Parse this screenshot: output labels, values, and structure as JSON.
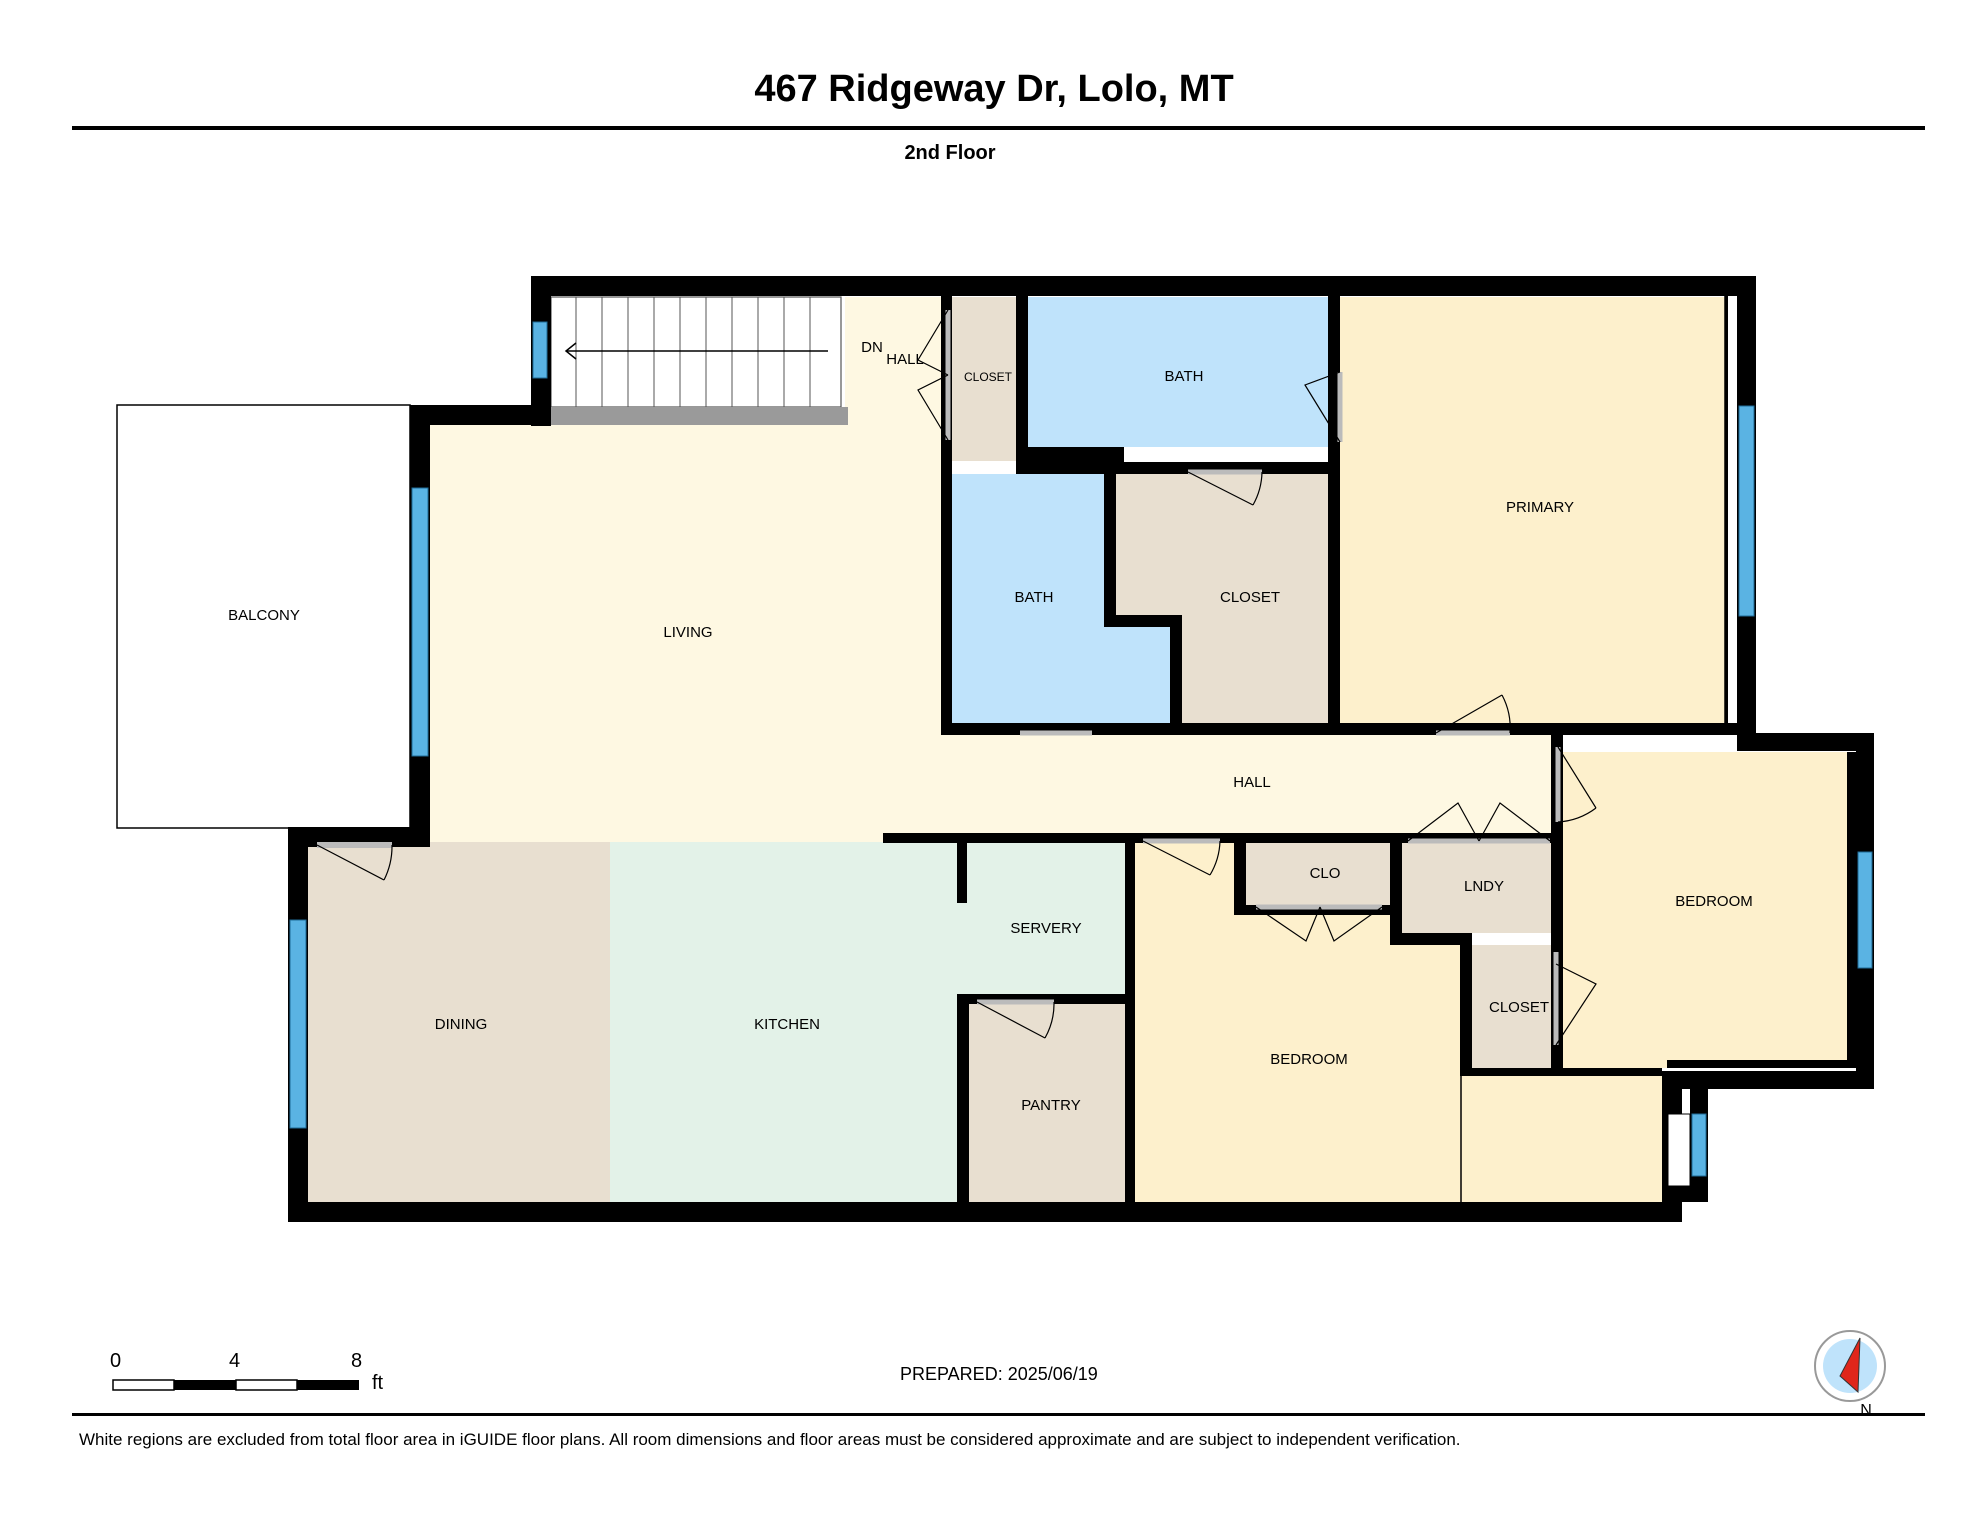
{
  "header": {
    "address": "467 Ridgeway Dr, Lolo, MT",
    "floor": "2nd Floor"
  },
  "rooms": {
    "balcony": "BALCONY",
    "living": "LIVING",
    "dining": "DINING",
    "kitchen": "KITCHEN",
    "servery": "SERVERY",
    "pantry": "PANTRY",
    "bath_upper": "BATH",
    "bath_lower": "BATH",
    "closet_small": "CLOSET",
    "closet_middle": "CLOSET",
    "closet_right": "CLOSET",
    "primary": "PRIMARY",
    "hall_main": "HALL",
    "hall_stair": "HALL",
    "stair_dn": "DN",
    "clo": "CLO",
    "lndy": "LNDY",
    "bedroom_center": "BEDROOM",
    "bedroom_right": "BEDROOM"
  },
  "scale": {
    "tick_0": "0",
    "tick_4": "4",
    "tick_8": "8",
    "unit": "ft"
  },
  "footer": {
    "prepared": "PREPARED: 2025/06/19",
    "disclaimer": "White regions are excluded from total floor area in iGUIDE floor plans. All room dimensions and floor areas must be considered approximate and are subject to independent verification."
  },
  "compass": {
    "label": "N"
  },
  "colors": {
    "living": "#fef8e2",
    "dining": "#e8dfd0",
    "kitchen": "#e3f2e8",
    "bath": "#bfe3fb",
    "closet": "#e8dfd0",
    "bedroom": "#fdf0cc",
    "wall": "#000000",
    "window": "#5ab3e3",
    "compass_needle": "#e0261b"
  }
}
